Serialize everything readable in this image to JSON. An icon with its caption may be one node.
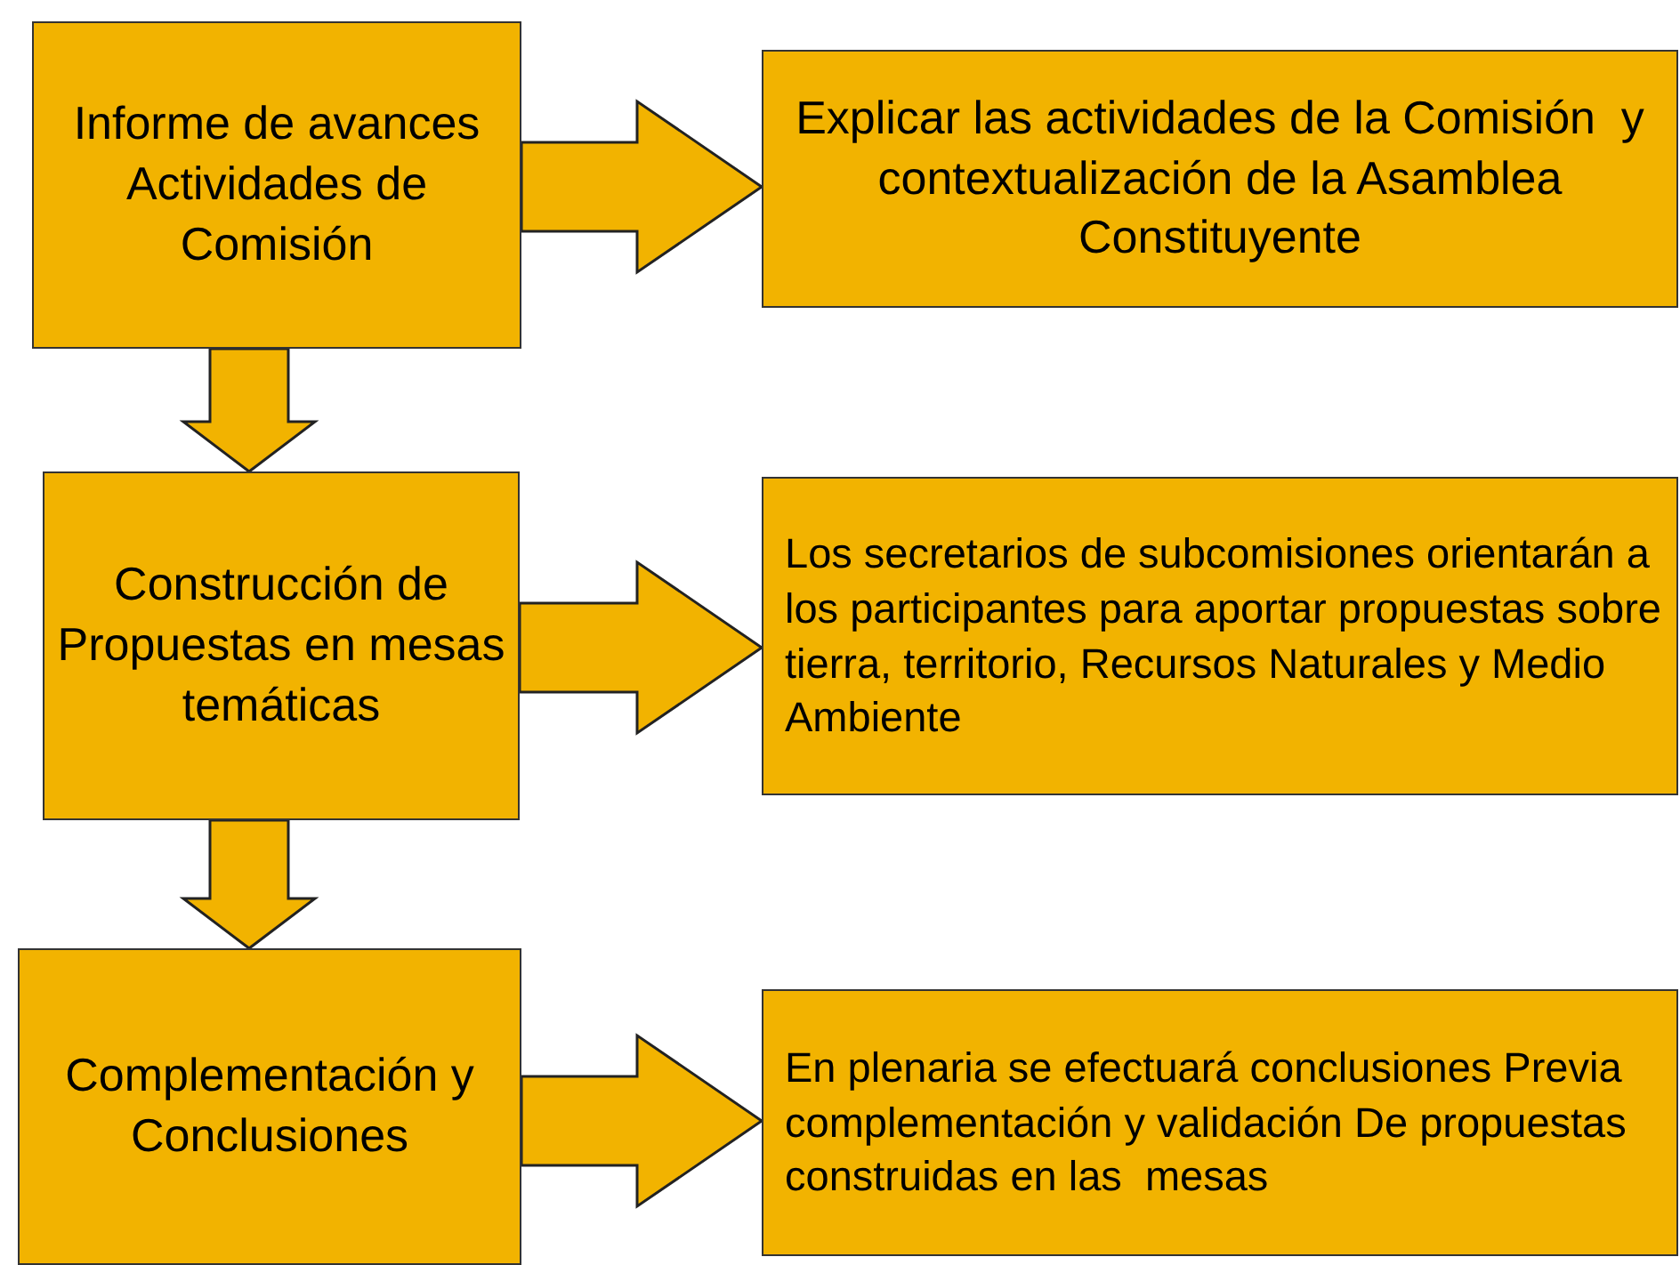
{
  "diagram": {
    "nodes": [
      {
        "text": [
          "Informe de avances Actividades de Comisión"
        ]
      },
      {
        "text": [
          "Explicar las actividades de la Comisión  y contextualización de la Asamblea Constituyente"
        ]
      },
      {
        "text": [
          "Construcción de Propuestas en mesas temáticas"
        ]
      },
      {
        "text": [
          "Los secretarios de subcomisiones orientarán a los participantes para aportar propuestas sobre tierra, territorio, Recursos Naturales y Medio Ambiente"
        ]
      },
      {
        "text": [
          "Complementación y Conclusiones"
        ]
      },
      {
        "text": [
          "En plenaria se efectuará conclusiones Previa complementación y validación De propuestas construidas en las  mesas"
        ]
      }
    ],
    "edges": [
      {
        "from": 0,
        "to": 1,
        "arrow": "to"
      },
      {
        "from": 0,
        "to": 2,
        "arrow": "to"
      },
      {
        "from": 2,
        "to": 3,
        "arrow": "to"
      },
      {
        "from": 2,
        "to": 4,
        "arrow": "to"
      },
      {
        "from": 4,
        "to": 5,
        "arrow": "to"
      }
    ]
  }
}
